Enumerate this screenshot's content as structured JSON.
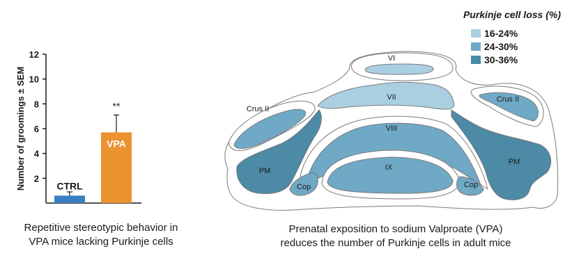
{
  "bar_chart": {
    "ylabel": "Number of groomings ± SEM",
    "yticks": [
      "12",
      "10",
      "8",
      "6",
      "4",
      "2"
    ],
    "caption_lines": [
      "Repetitive stereotypic behavior in",
      "VPA mice lacking Purkinje cells"
    ],
    "colors": {
      "CTRL": "#3a7fc1",
      "VPA": "#eb9231"
    },
    "significance": "**"
  },
  "cerebellum_map": {
    "legend_title": "Purkinje cell loss (%)",
    "legend": [
      {
        "label": "16-24%",
        "color": "#a9cfe1"
      },
      {
        "label": "24-30%",
        "color": "#6fa9c6"
      },
      {
        "label": "30-36%",
        "color": "#4c8aa5"
      }
    ],
    "regions": {
      "VI": "VI",
      "VII": "VII",
      "VIII": "VIII",
      "IX": "IX",
      "crus_left": "Crus II",
      "crus_right": "Crus II",
      "pm_left": "PM",
      "pm_right": "PM",
      "cop_left": "Cop",
      "cop_right": "Cop"
    },
    "caption_lines": [
      "Prenatal exposition to sodium Valproate (VPA)",
      "reduces the number of Purkinje cells in adult mice"
    ]
  },
  "chart_data": {
    "type": "bar",
    "categories": [
      "CTRL",
      "VPA"
    ],
    "values": [
      0.6,
      5.7
    ],
    "errors": [
      0.3,
      1.4
    ],
    "title": "",
    "xlabel": "",
    "ylabel": "Number of groomings ± SEM",
    "ylim": [
      0,
      12
    ],
    "ytick_values": [
      2,
      4,
      6,
      8,
      10,
      12
    ],
    "annotations": [
      {
        "category": "VPA",
        "text": "**"
      }
    ],
    "grid": false,
    "legend": "none"
  }
}
